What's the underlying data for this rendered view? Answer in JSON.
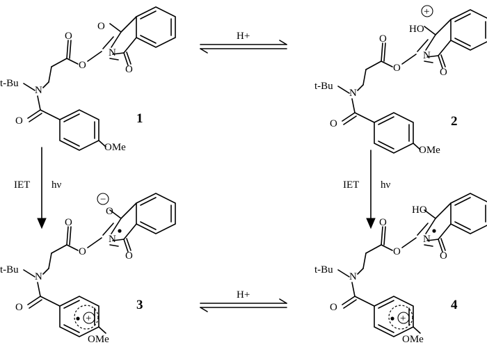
{
  "compounds": [
    {
      "number": "1",
      "tbu": "t-Bu",
      "n_amide": "N",
      "o_carbonyl": "O",
      "o_ester": "O",
      "o_ester2": "O",
      "n_imide": "N",
      "o_imide1": "O",
      "o_imide2": "O",
      "ome": "OMe"
    },
    {
      "number": "2",
      "tbu": "t-Bu",
      "n_amide": "N",
      "o_carbonyl": "O",
      "o_ester": "O",
      "o_ester2": "O",
      "n_imide": "N",
      "o_imide1": "HO",
      "o_imide2": "O",
      "ome": "OMe",
      "charge": "+"
    },
    {
      "number": "3",
      "tbu": "t-Bu",
      "n_amide": "N",
      "o_carbonyl": "O",
      "o_ester": "O",
      "o_ester2": "O",
      "n_imide": "N",
      "o_imide1": "O",
      "o_imide2": "O",
      "ome": "OMe",
      "charge": "−",
      "ring_charge": "+"
    },
    {
      "number": "4",
      "tbu": "t-Bu",
      "n_amide": "N",
      "o_carbonyl": "O",
      "o_ester": "O",
      "o_ester2": "O",
      "n_imide": "N",
      "o_imide1": "HO",
      "o_imide2": "O",
      "ome": "OMe",
      "ring_charge": "+"
    }
  ],
  "arrows": {
    "top_equilibrium": "H+",
    "bottom_equilibrium": "H+",
    "left_down_1": "IET",
    "left_down_2": "hν",
    "right_down_1": "IET",
    "right_down_2": "hν"
  }
}
